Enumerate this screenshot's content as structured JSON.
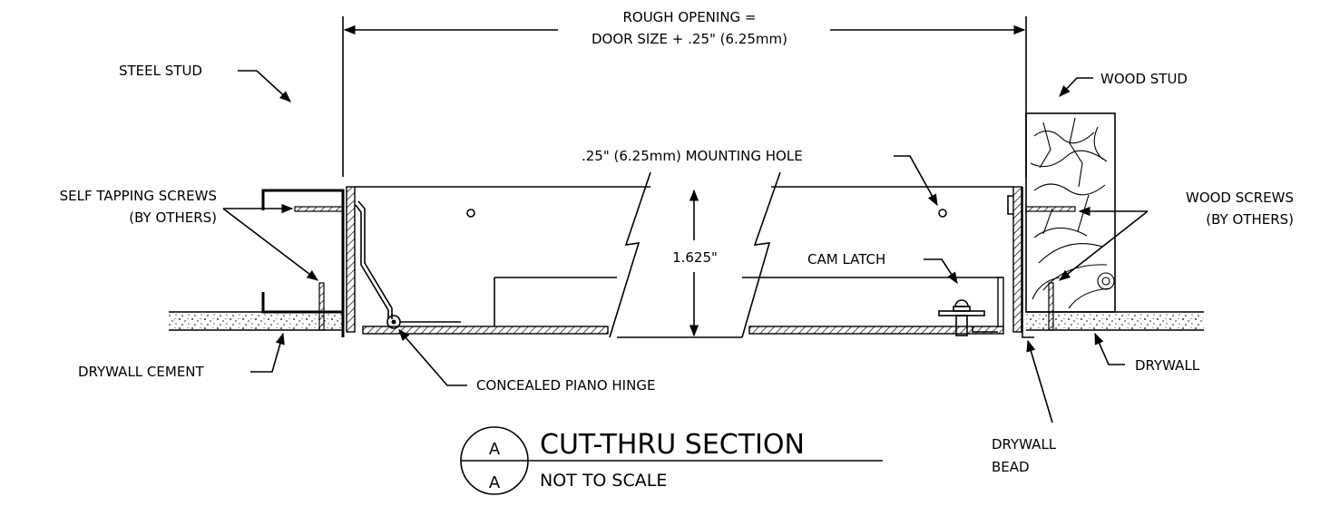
{
  "dimension": {
    "line1": "ROUGH OPENING =",
    "line2": "DOOR SIZE + .25\" (6.25mm)",
    "depth": "1.625\""
  },
  "labels": {
    "steel_stud": "STEEL STUD",
    "self_tapping_1": "SELF TAPPING SCREWS",
    "self_tapping_2": "(BY OTHERS)",
    "drywall_cement": "DRYWALL CEMENT",
    "mounting_hole": ".25\" (6.25mm) MOUNTING HOLE",
    "cam_latch": "CAM LATCH",
    "piano_hinge": "CONCEALED PIANO HINGE",
    "wood_stud": "WOOD STUD",
    "wood_screws_1": "WOOD SCREWS",
    "wood_screws_2": "(BY OTHERS)",
    "drywall": "DRYWALL",
    "drywall_bead_1": "DRYWALL",
    "drywall_bead_2": "BEAD"
  },
  "title_block": {
    "circle_top": "A",
    "circle_bottom": "A",
    "title": "CUT-THRU SECTION",
    "subtitle": "NOT TO SCALE"
  }
}
